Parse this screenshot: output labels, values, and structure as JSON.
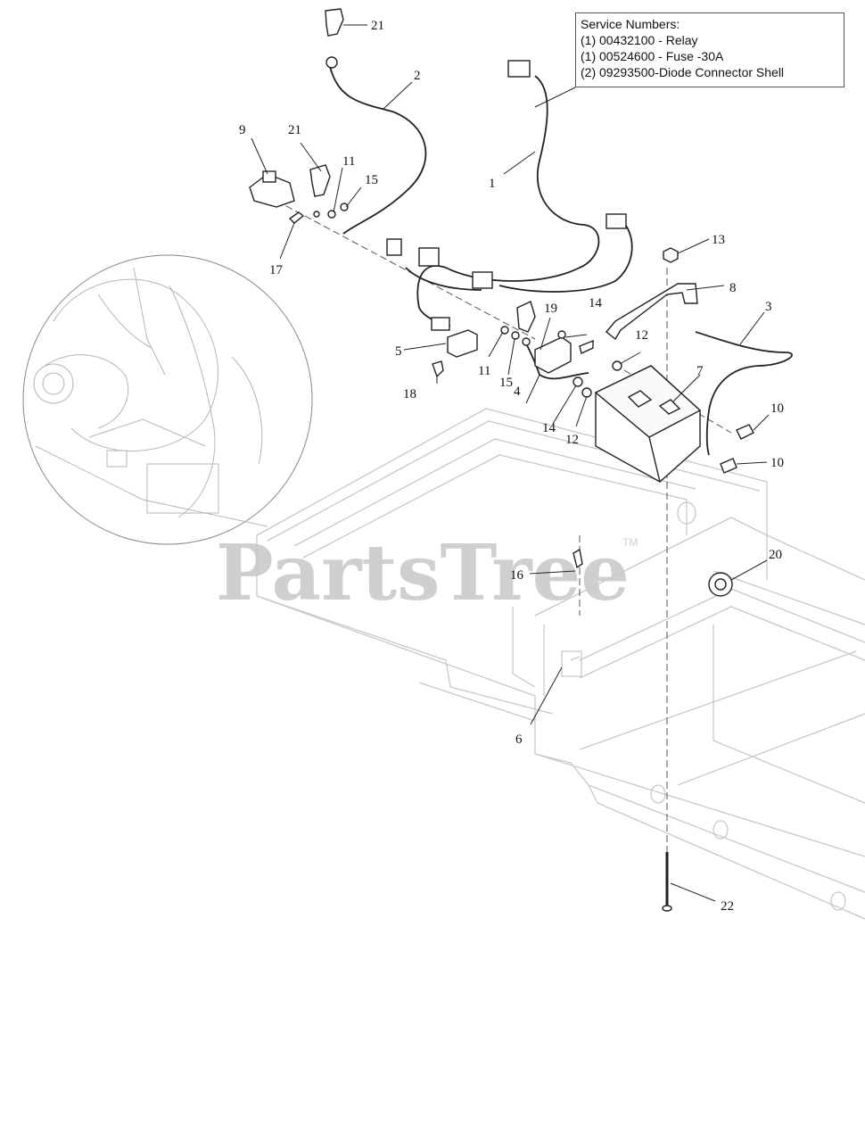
{
  "service_numbers": {
    "title": "Service Numbers:",
    "lines": [
      "(1) 00432100 - Relay",
      "(1) 00524600 - Fuse -30A",
      "(2) 09293500-Diode Connector Shell"
    ]
  },
  "watermark": {
    "text": "PartsTree",
    "tm": "TM"
  },
  "callouts": {
    "c21a": "21",
    "c2": "2",
    "c9": "9",
    "c21b": "21",
    "c11a": "11",
    "c15a": "15",
    "c1": "1",
    "c17": "17",
    "c13": "13",
    "c8": "8",
    "c3": "3",
    "c19": "19",
    "c14a": "14",
    "c5": "5",
    "c12a": "12",
    "c7": "7",
    "c11b": "11",
    "c15b": "15",
    "c18": "18",
    "c4": "4",
    "c14b": "14",
    "c12b": "12",
    "c10a": "10",
    "c10b": "10",
    "c20": "20",
    "c16": "16",
    "c6": "6",
    "c22": "22"
  }
}
